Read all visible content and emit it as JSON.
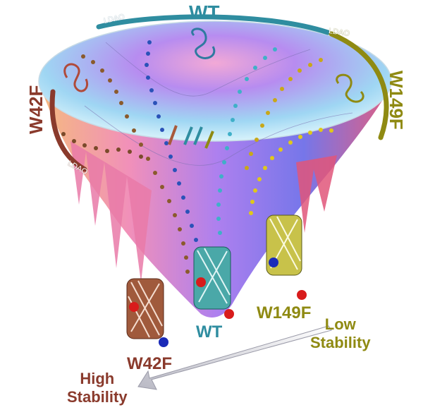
{
  "labels": {
    "wt_top": "WT",
    "w42f_side": "W42F",
    "w149f_side": "W149F",
    "ldao_1": "LDAO",
    "ldao_2": "LDAO",
    "ldao_3": "LDAO",
    "w42f_bottom": "W42F",
    "wt_bottom": "WT",
    "w149f_bottom": "W149F",
    "low_stability_line1": "Low",
    "low_stability_line2": "Stability",
    "high_stability_line1": "High",
    "high_stability_line2": "Stability"
  },
  "colors": {
    "wt": "#2f8da0",
    "w42f": "#8a3a2c",
    "w149f": "#8f8a12",
    "funnel_pink": "#e87aa6",
    "funnel_violet": "#8a6ee8",
    "funnel_cyan": "#a8e2f2"
  }
}
